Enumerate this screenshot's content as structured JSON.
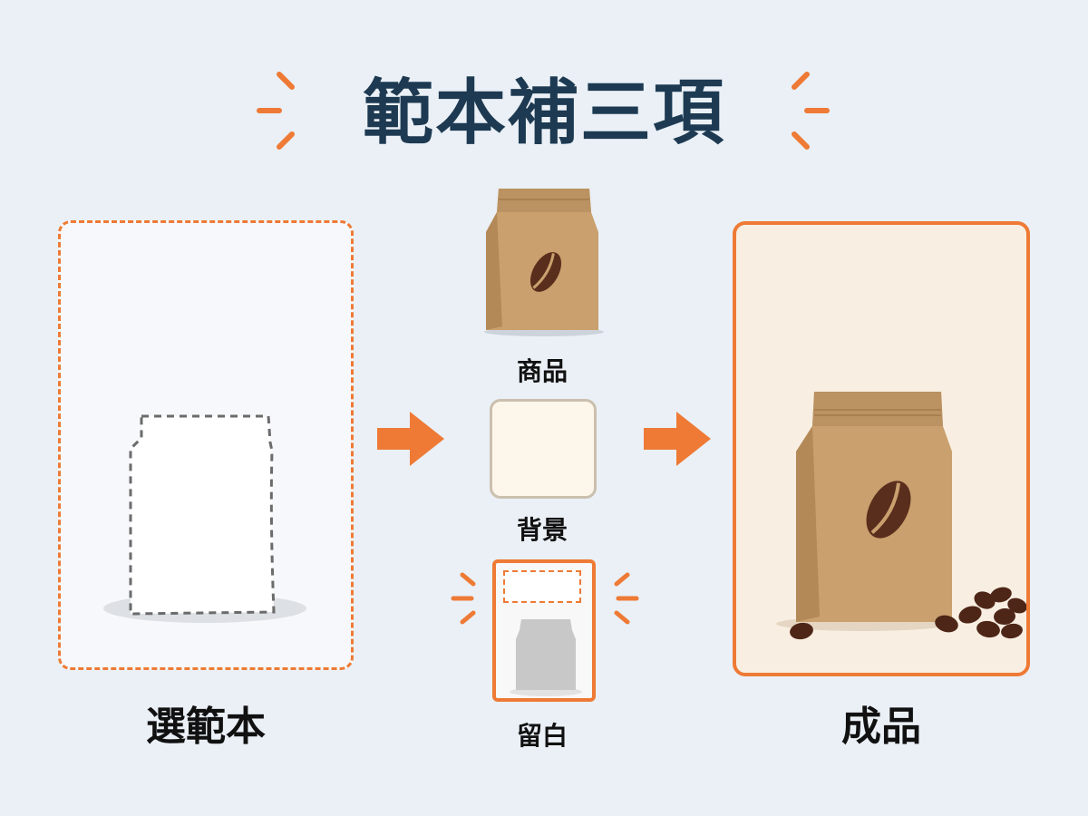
{
  "title": "範本補三項",
  "steps": {
    "template_label": "選範本",
    "product_label": "商品",
    "background_label": "背景",
    "margin_label": "留白",
    "result_label": "成品"
  },
  "colors": {
    "accent": "#ee7a35",
    "title": "#1d3a52",
    "kraft": "#c9a06e",
    "bean": "#5a2e1c",
    "page_bg": "#eaf0f6",
    "cream": "#fdf6ea"
  },
  "icons": [
    "spark-icon",
    "arrow-right-icon",
    "coffee-bag-icon",
    "coffee-bean-icon",
    "bag-outline-icon"
  ]
}
